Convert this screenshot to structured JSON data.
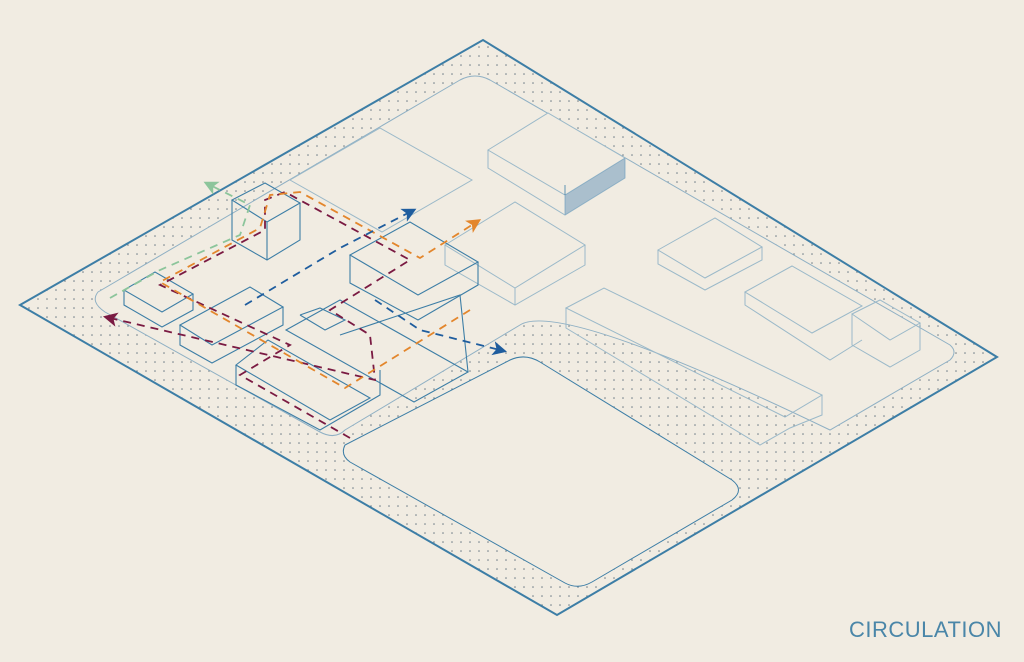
{
  "title": "CIRCULATION",
  "colors": {
    "background": "#f1ece2",
    "site_line": "#3d7ea6",
    "context_line": "#9bb9c9",
    "route_maroon": "#7a1a42",
    "route_orange": "#e3862c",
    "route_blue": "#1f5d9e",
    "route_green": "#8cc59b"
  },
  "routes": [
    {
      "name": "maroon",
      "color": "#7a1a42"
    },
    {
      "name": "orange",
      "color": "#e3862c"
    },
    {
      "name": "blue",
      "color": "#1f5d9e"
    },
    {
      "name": "green",
      "color": "#8cc59b"
    }
  ]
}
